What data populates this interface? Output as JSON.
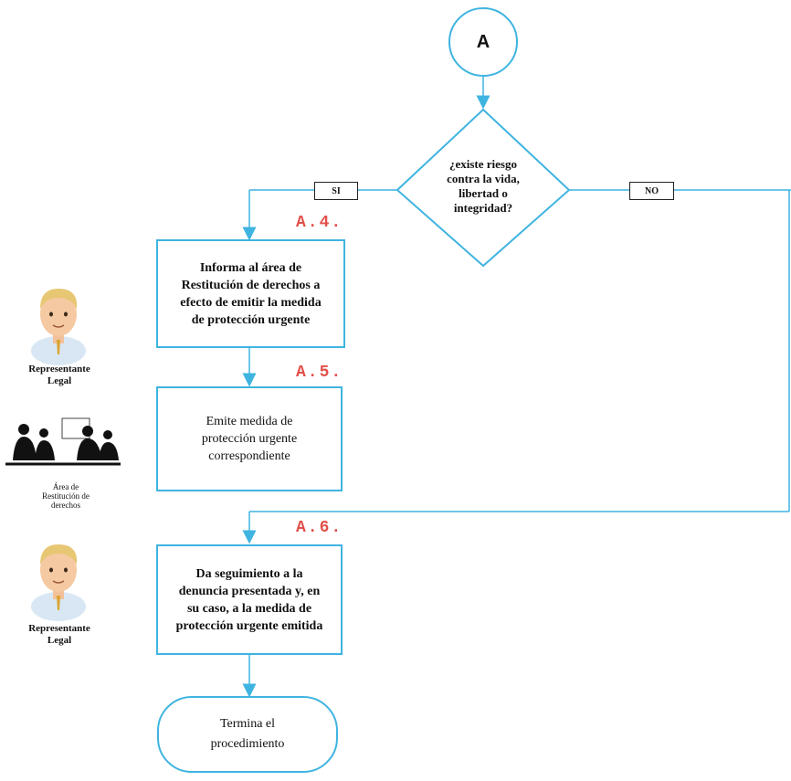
{
  "connector": {
    "label": "A"
  },
  "decision": {
    "text": "¿existe riesgo\ncontra la vida,\nlibertad o\nintegridad?"
  },
  "branches": {
    "yes_label": "SI",
    "no_label": "NO"
  },
  "steps": [
    {
      "id": "A.4.",
      "text": "Informa al área de\nRestitución de derechos a\nefecto de emitir la medida\nde protección urgente"
    },
    {
      "id": "A.5.",
      "text": "Emite medida de\nprotección urgente\ncorrespondiente"
    },
    {
      "id": "A.6.",
      "text": "Da seguimiento a la\ndenuncia presentada y, en\nsu caso, a la medida de\nprotección urgente emitida"
    }
  ],
  "terminal": {
    "text": "Termina el\nprocedimiento"
  },
  "actors": [
    {
      "label": "Representante\nLegal",
      "icon": "person-avatar-icon"
    },
    {
      "label": "Área de\nRestitución de\nderechos",
      "icon": "meeting-group-icon"
    },
    {
      "label": "Representante\nLegal",
      "icon": "person-avatar-icon"
    }
  ],
  "colors": {
    "line": "#3fb4e0",
    "step_id": "#e2504a"
  }
}
